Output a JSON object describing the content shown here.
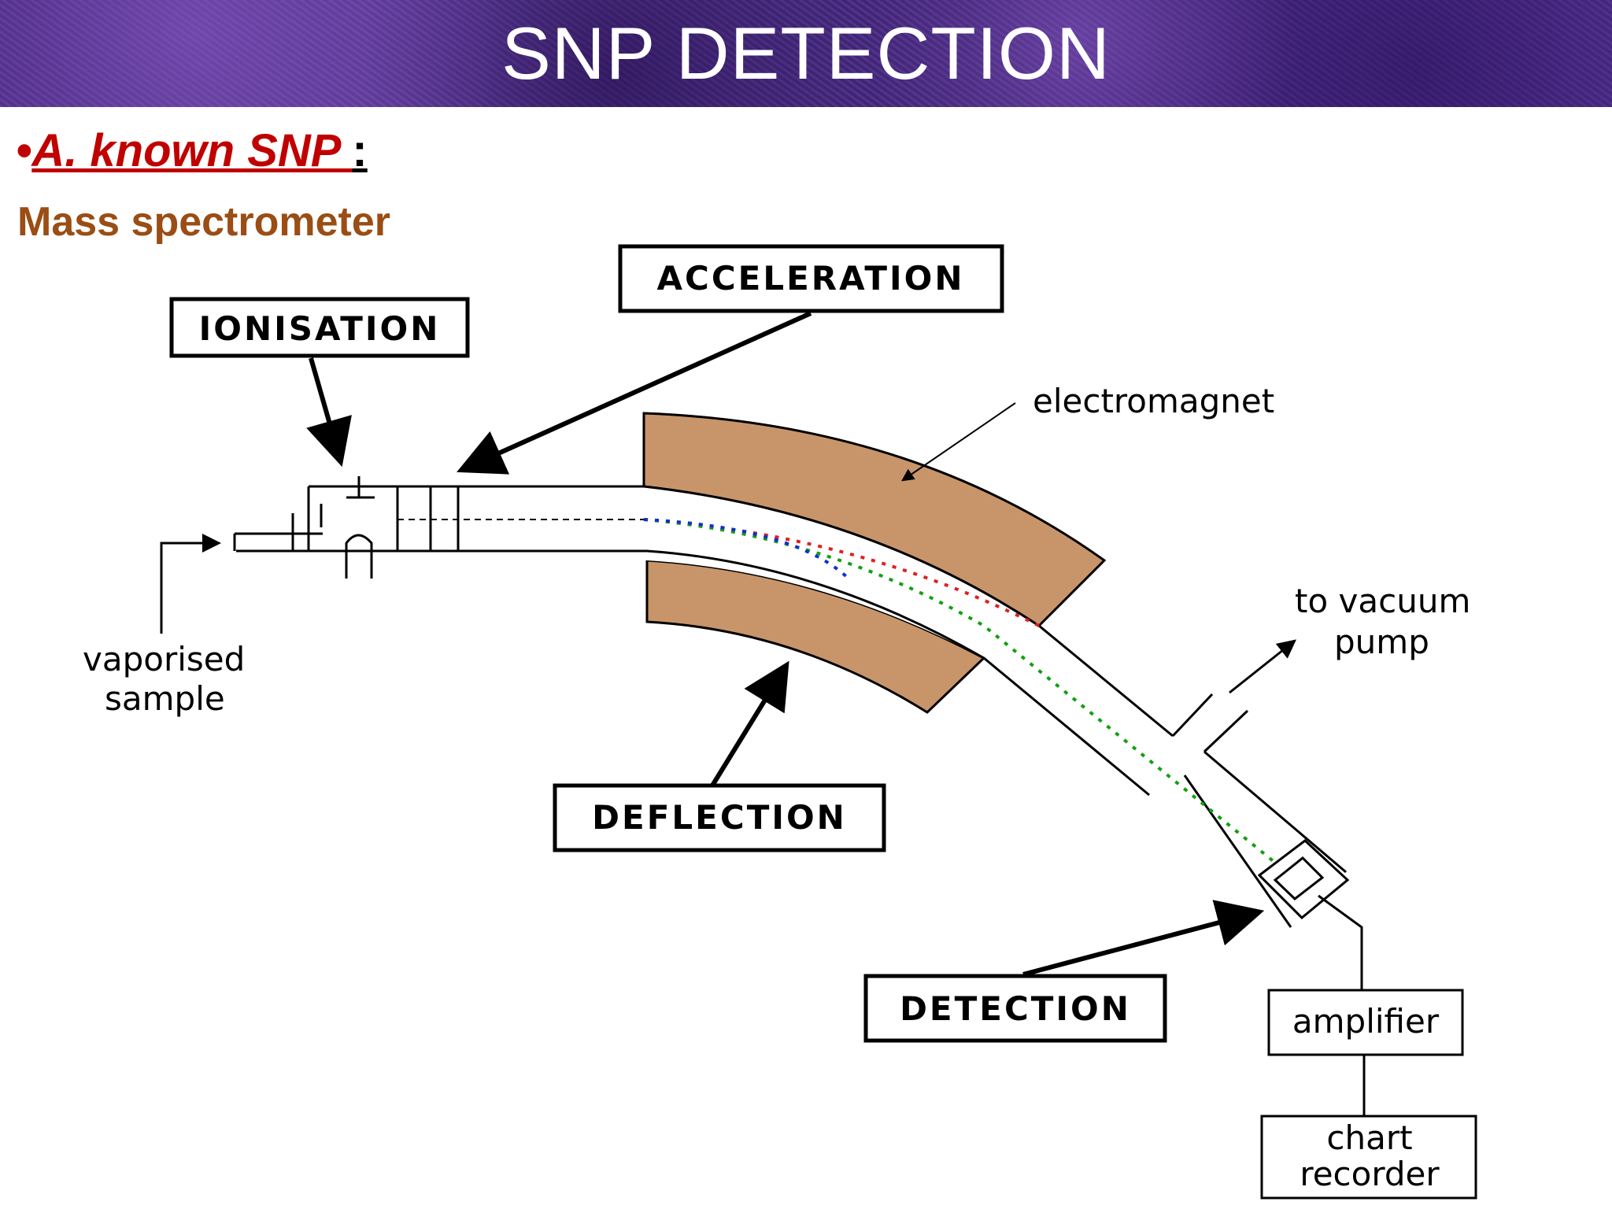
{
  "title": "SNP DETECTION",
  "subtitle": {
    "bullet": "•",
    "text": "A. known SNP ",
    "colon": ":"
  },
  "heading": "Mass spectrometer",
  "labels": {
    "ionisation": "IONISATION",
    "acceleration": "ACCELERATION",
    "deflection": "DEFLECTION",
    "detection": "DETECTION",
    "electromagnet": "electromagnet",
    "vacuum_line1": "to vacuum",
    "vacuum_line2": "pump",
    "sample_line1": "vaporised",
    "sample_line2": "sample",
    "amplifier": "amplifier",
    "recorder_line1": "chart",
    "recorder_line2": "recorder"
  },
  "colors": {
    "magnet": "#c8956a",
    "ion_red": "#e02020",
    "ion_green": "#10a010",
    "ion_blue": "#1030d0",
    "title_text": "#ffffff",
    "subtitle": "#c00000",
    "heading": "#9a4d14"
  }
}
